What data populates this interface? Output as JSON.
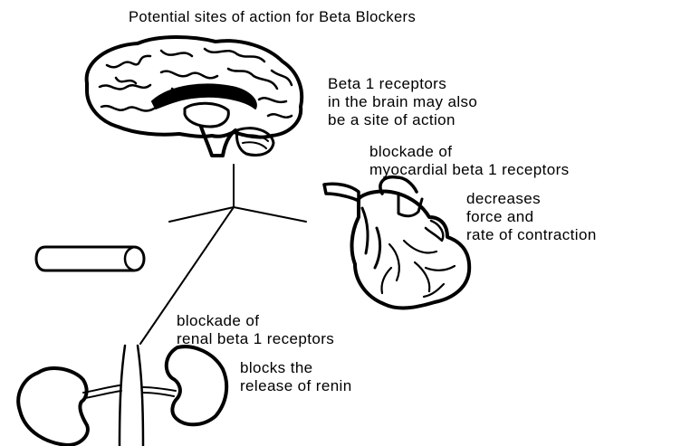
{
  "title": "Potential sites of action for Beta Blockers",
  "brain": {
    "note_lines": [
      "Beta 1 receptors",
      "in the brain may also",
      "be a site of action"
    ],
    "icon": "brain-sagittal-icon"
  },
  "heart": {
    "block_lines": [
      "blockade of",
      "myocardial beta 1 receptors"
    ],
    "effect_lines": [
      "decreases",
      "force and",
      "rate of contraction"
    ],
    "icon": "heart-icon"
  },
  "kidney": {
    "block_lines": [
      "blockade of",
      "renal beta 1 receptors"
    ],
    "effect_lines": [
      "blocks the",
      "release of renin"
    ],
    "icon": "kidney-icon"
  },
  "pill": {
    "icon": "pill-icon"
  },
  "colors": {
    "ink": "#000000",
    "background": "#ffffff"
  }
}
